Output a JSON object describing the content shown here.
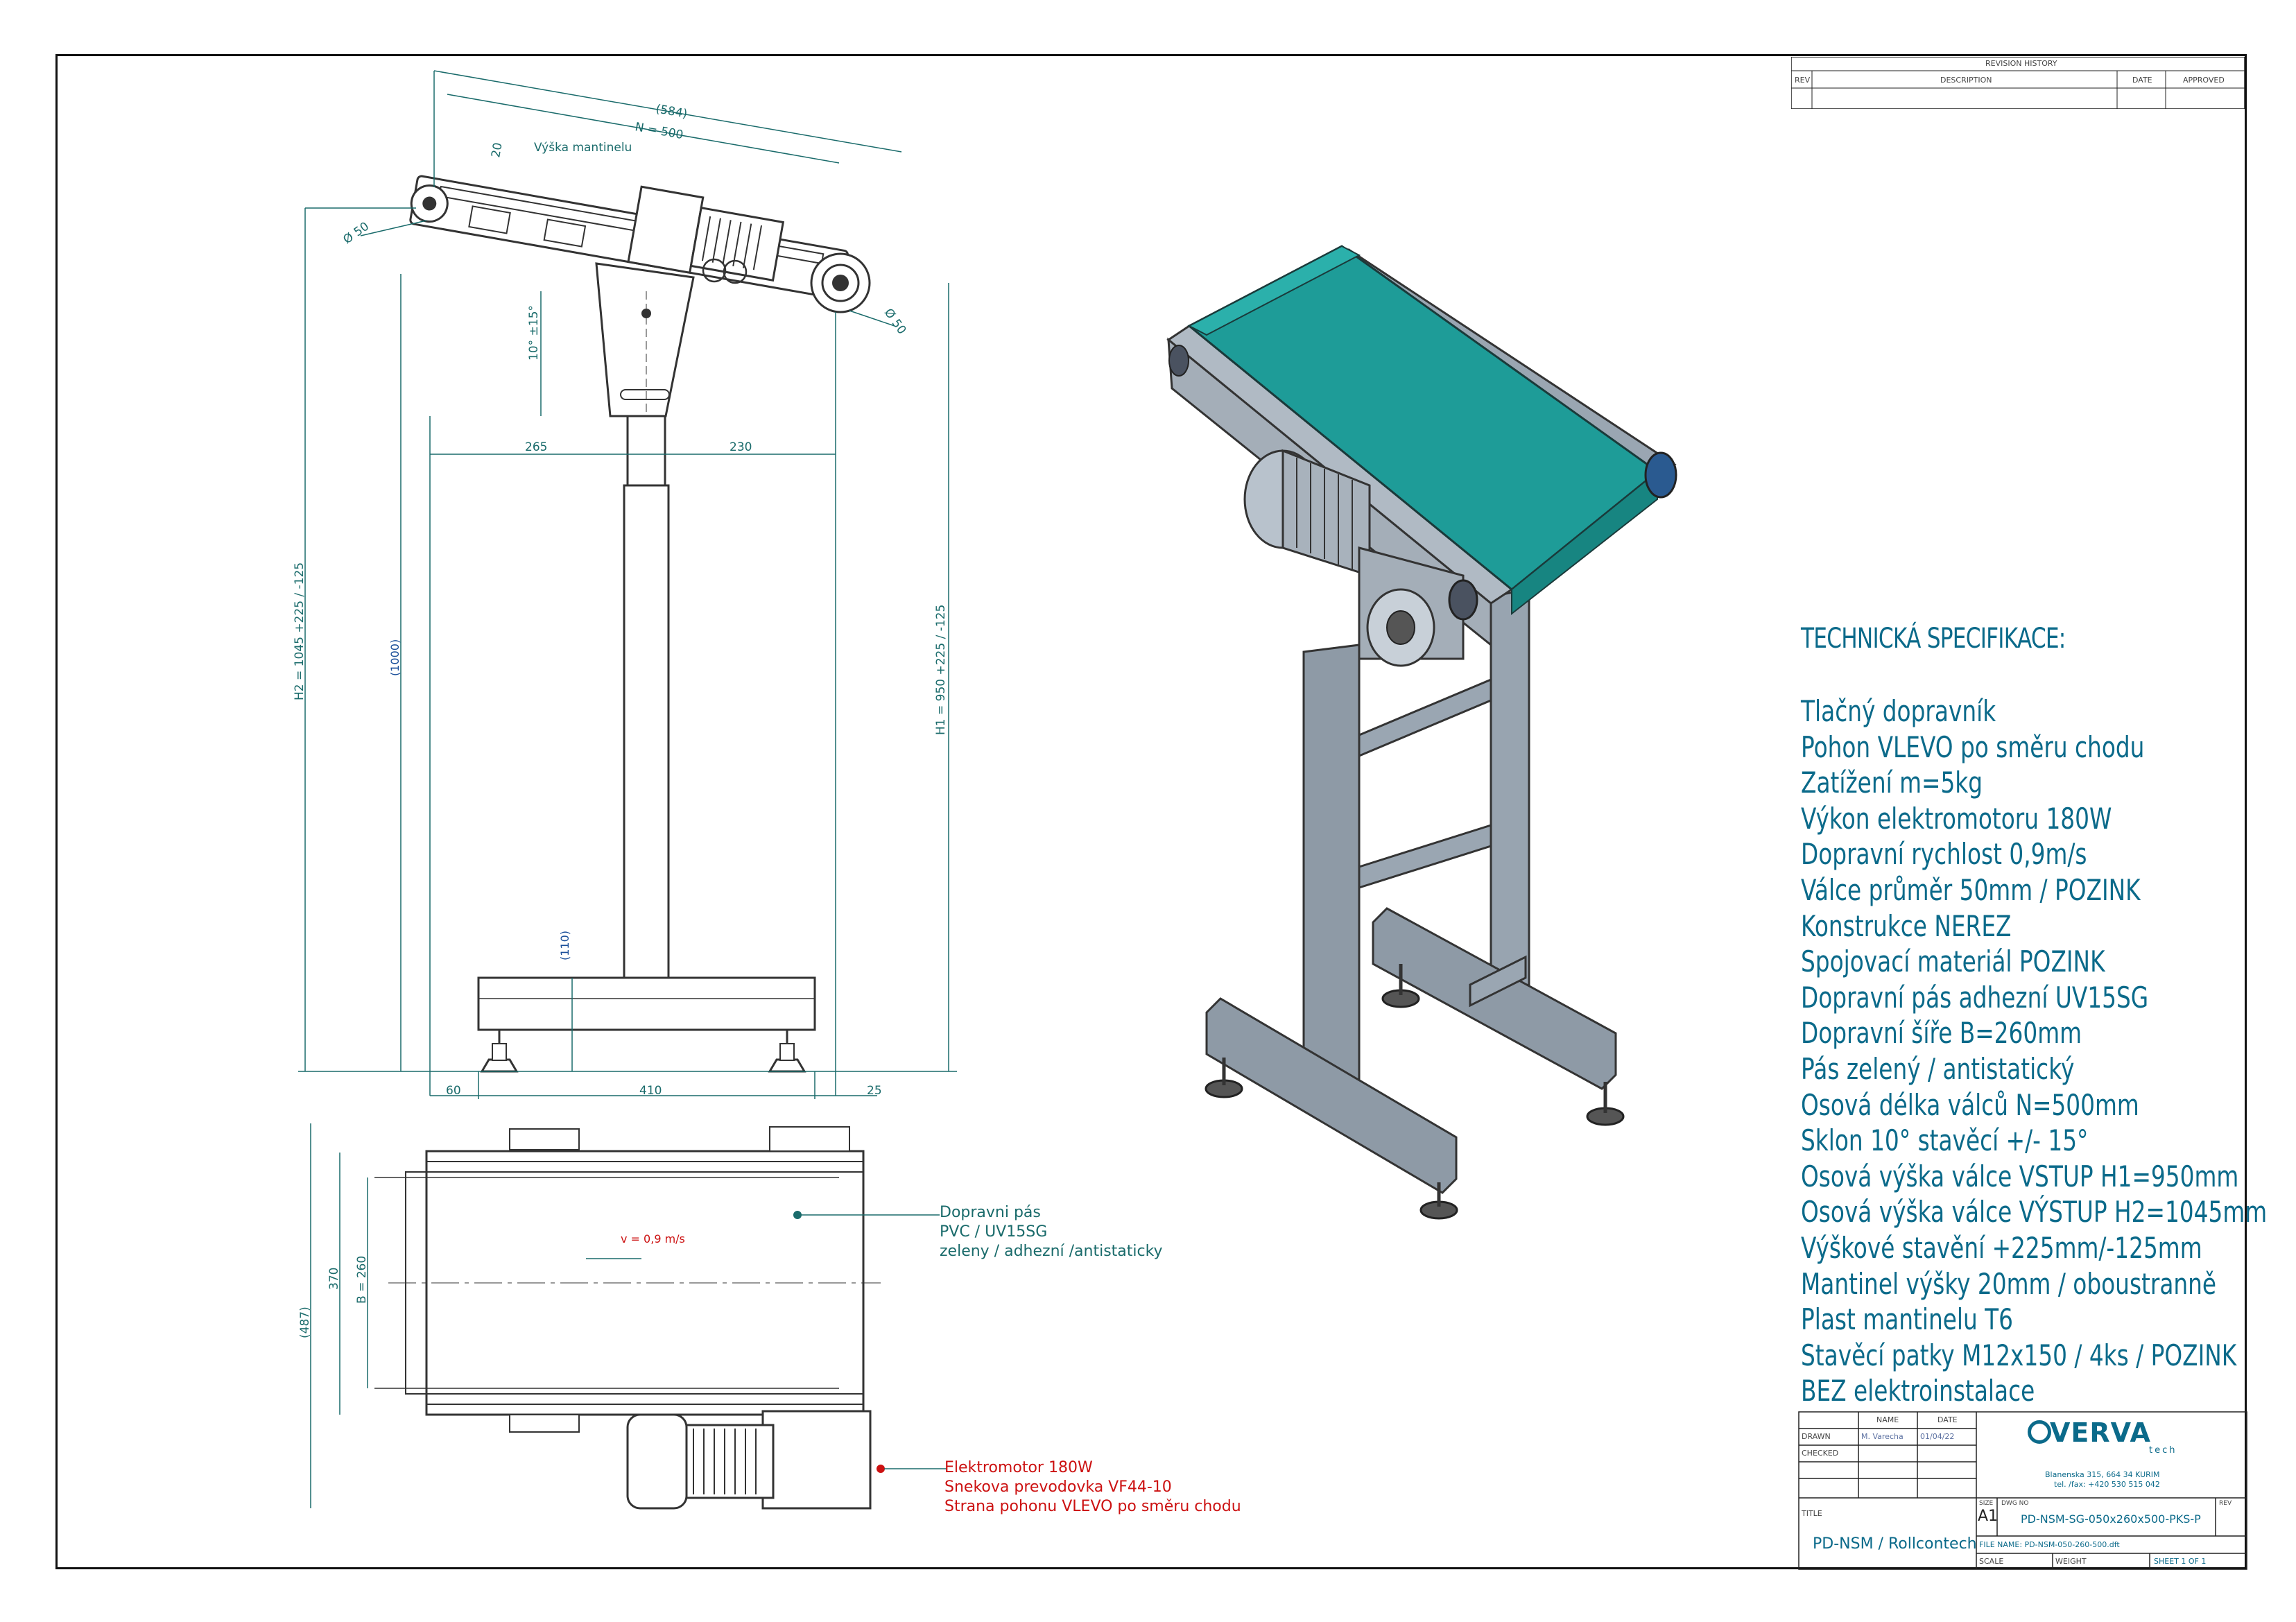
{
  "revision_history": {
    "title": "REVISION HISTORY",
    "columns": [
      "REV",
      "DESCRIPTION",
      "DATE",
      "APPROVED"
    ]
  },
  "side_view": {
    "dim_total": "(584)",
    "dim_n": "N = 500",
    "dim_rail": "20",
    "label_rail": "Výška mantinelu",
    "dim_dia_left": "Ø 50",
    "dim_dia_right": "Ø 50",
    "dim_tilt": "10° ±15°",
    "dim_265": "265",
    "dim_230": "230",
    "dim_h2": "H2 = 1045 +225 / -125",
    "dim_1000": "(1000)",
    "dim_h1": "H1 = 950 +225 / -125",
    "dim_110": "(110)",
    "dim_60": "60",
    "dim_410": "410",
    "dim_25": "25"
  },
  "top_view": {
    "dim_487": "(487)",
    "dim_370": "370",
    "dim_b": "B = 260",
    "speed": "v = 0,9 m/s",
    "belt_note": [
      "Dopravni pás",
      "PVC / UV15SG",
      "zeleny / adhezní  /antistaticky"
    ],
    "motor_note": [
      "Elektromotor 180W",
      "Snekova prevodovka VF44-10",
      "Strana pohonu VLEVO po směru chodu"
    ]
  },
  "spec": {
    "title": "TECHNICKÁ SPECIFIKACE:",
    "items": [
      "Tlačný dopravník",
      "Pohon VLEVO po směru chodu",
      "Zatížení m=5kg",
      "Výkon elektromotoru 180W",
      "Dopravní rychlost 0,9m/s",
      "Válce průměr 50mm / POZINK",
      "Konstrukce NEREZ",
      "Spojovací materiál POZINK",
      "Dopravní pás adhezní UV15SG",
      "Dopravní šíře B=260mm",
      "Pás zelený / antistatický",
      "Osová délka válců N=500mm",
      "Sklon 10° stavěcí +/- 15°",
      "Osová výška válce VSTUP H1=950mm",
      "Osová výška válce VÝSTUP H2=1045mm",
      "Výškové stavění +225mm/-125mm",
      "Mantinel výšky 20mm / oboustranně",
      "Plast mantinelu T6",
      "Stavěcí patky M12x150 / 4ks / POZINK",
      "BEZ elektroinstalace"
    ]
  },
  "title_block": {
    "col_name": "NAME",
    "col_date": "DATE",
    "drawn_label": "DRAWN",
    "drawn_name": "M. Varecha",
    "drawn_date": "01/04/22",
    "checked_label": "CHECKED",
    "logo": "VERVA",
    "logo_sub": "tech",
    "address": "Blanenska 315, 664 34 KURIM",
    "phone": "tel. /fax: +420 530 515 042",
    "title_label": "TITLE",
    "title": "PD-NSM / Rollcontech",
    "size_label": "SIZE",
    "size": "A1",
    "dwg_label": "DWG NO",
    "dwg_no": "PD-NSM-SG-050x260x500-PKS-P",
    "rev_label": "REV",
    "file_name": "FILE NAME: PD-NSM-050-260-500.dft",
    "scale_label": "SCALE",
    "weight_label": "WEIGHT",
    "sheet": "SHEET 1 OF 1"
  },
  "colors": {
    "belt": "#1e9c98",
    "frame": "#8e9aa6",
    "dimension": "#1a6b6b",
    "spec_text": "#0b6a8a",
    "note_red": "#cc1111"
  }
}
